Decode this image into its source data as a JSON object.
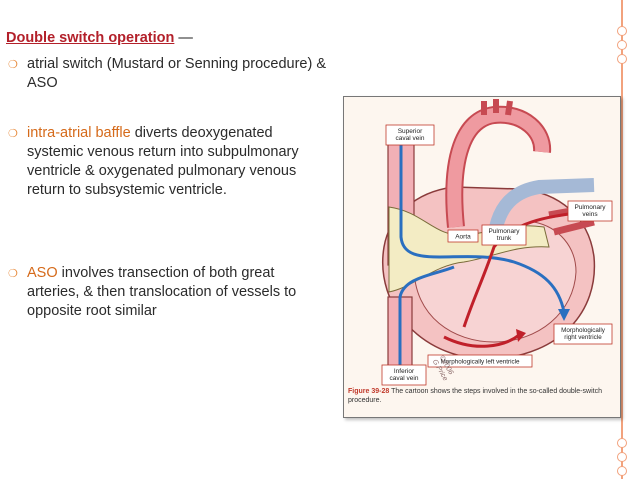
{
  "heading": {
    "highlight": "Double switch operation",
    "rest": " —"
  },
  "bullets": [
    {
      "text": "atrial switch (Mustard or Senning procedure) & ASO"
    },
    {
      "lead": " intra-atrial baffle",
      "text": " diverts deoxygenated systemic venous return into  subpulmonary ventricle & oxygenated pulmonary venous return to  subsystemic ventricle."
    },
    {
      "lead": " ASO",
      "text": " involves transection of both great arteries, & then translocation of vessels to  opposite root similar"
    }
  ],
  "figure": {
    "labels": {
      "superior": "Superior\ncaval vein",
      "pulmonary_veins": "Pulmonary\nveins",
      "aorta": "Aorta",
      "pulmonary_trunk": "Pulmonary\ntrunk",
      "morph_right": "Morphologically\nright ventricle",
      "morph_left": "Morphologically left ventricle",
      "inferior": "Inferior\ncaval vein",
      "copyright": "©2006\nG Price"
    },
    "caption_bold": "Figure 39-28",
    "caption_text": " The cartoon shows the steps involved in the so-called double-switch procedure."
  },
  "colors": {
    "accent": "#b3202a",
    "bullet": "#e78b3d",
    "rule": "#f2a27d"
  }
}
